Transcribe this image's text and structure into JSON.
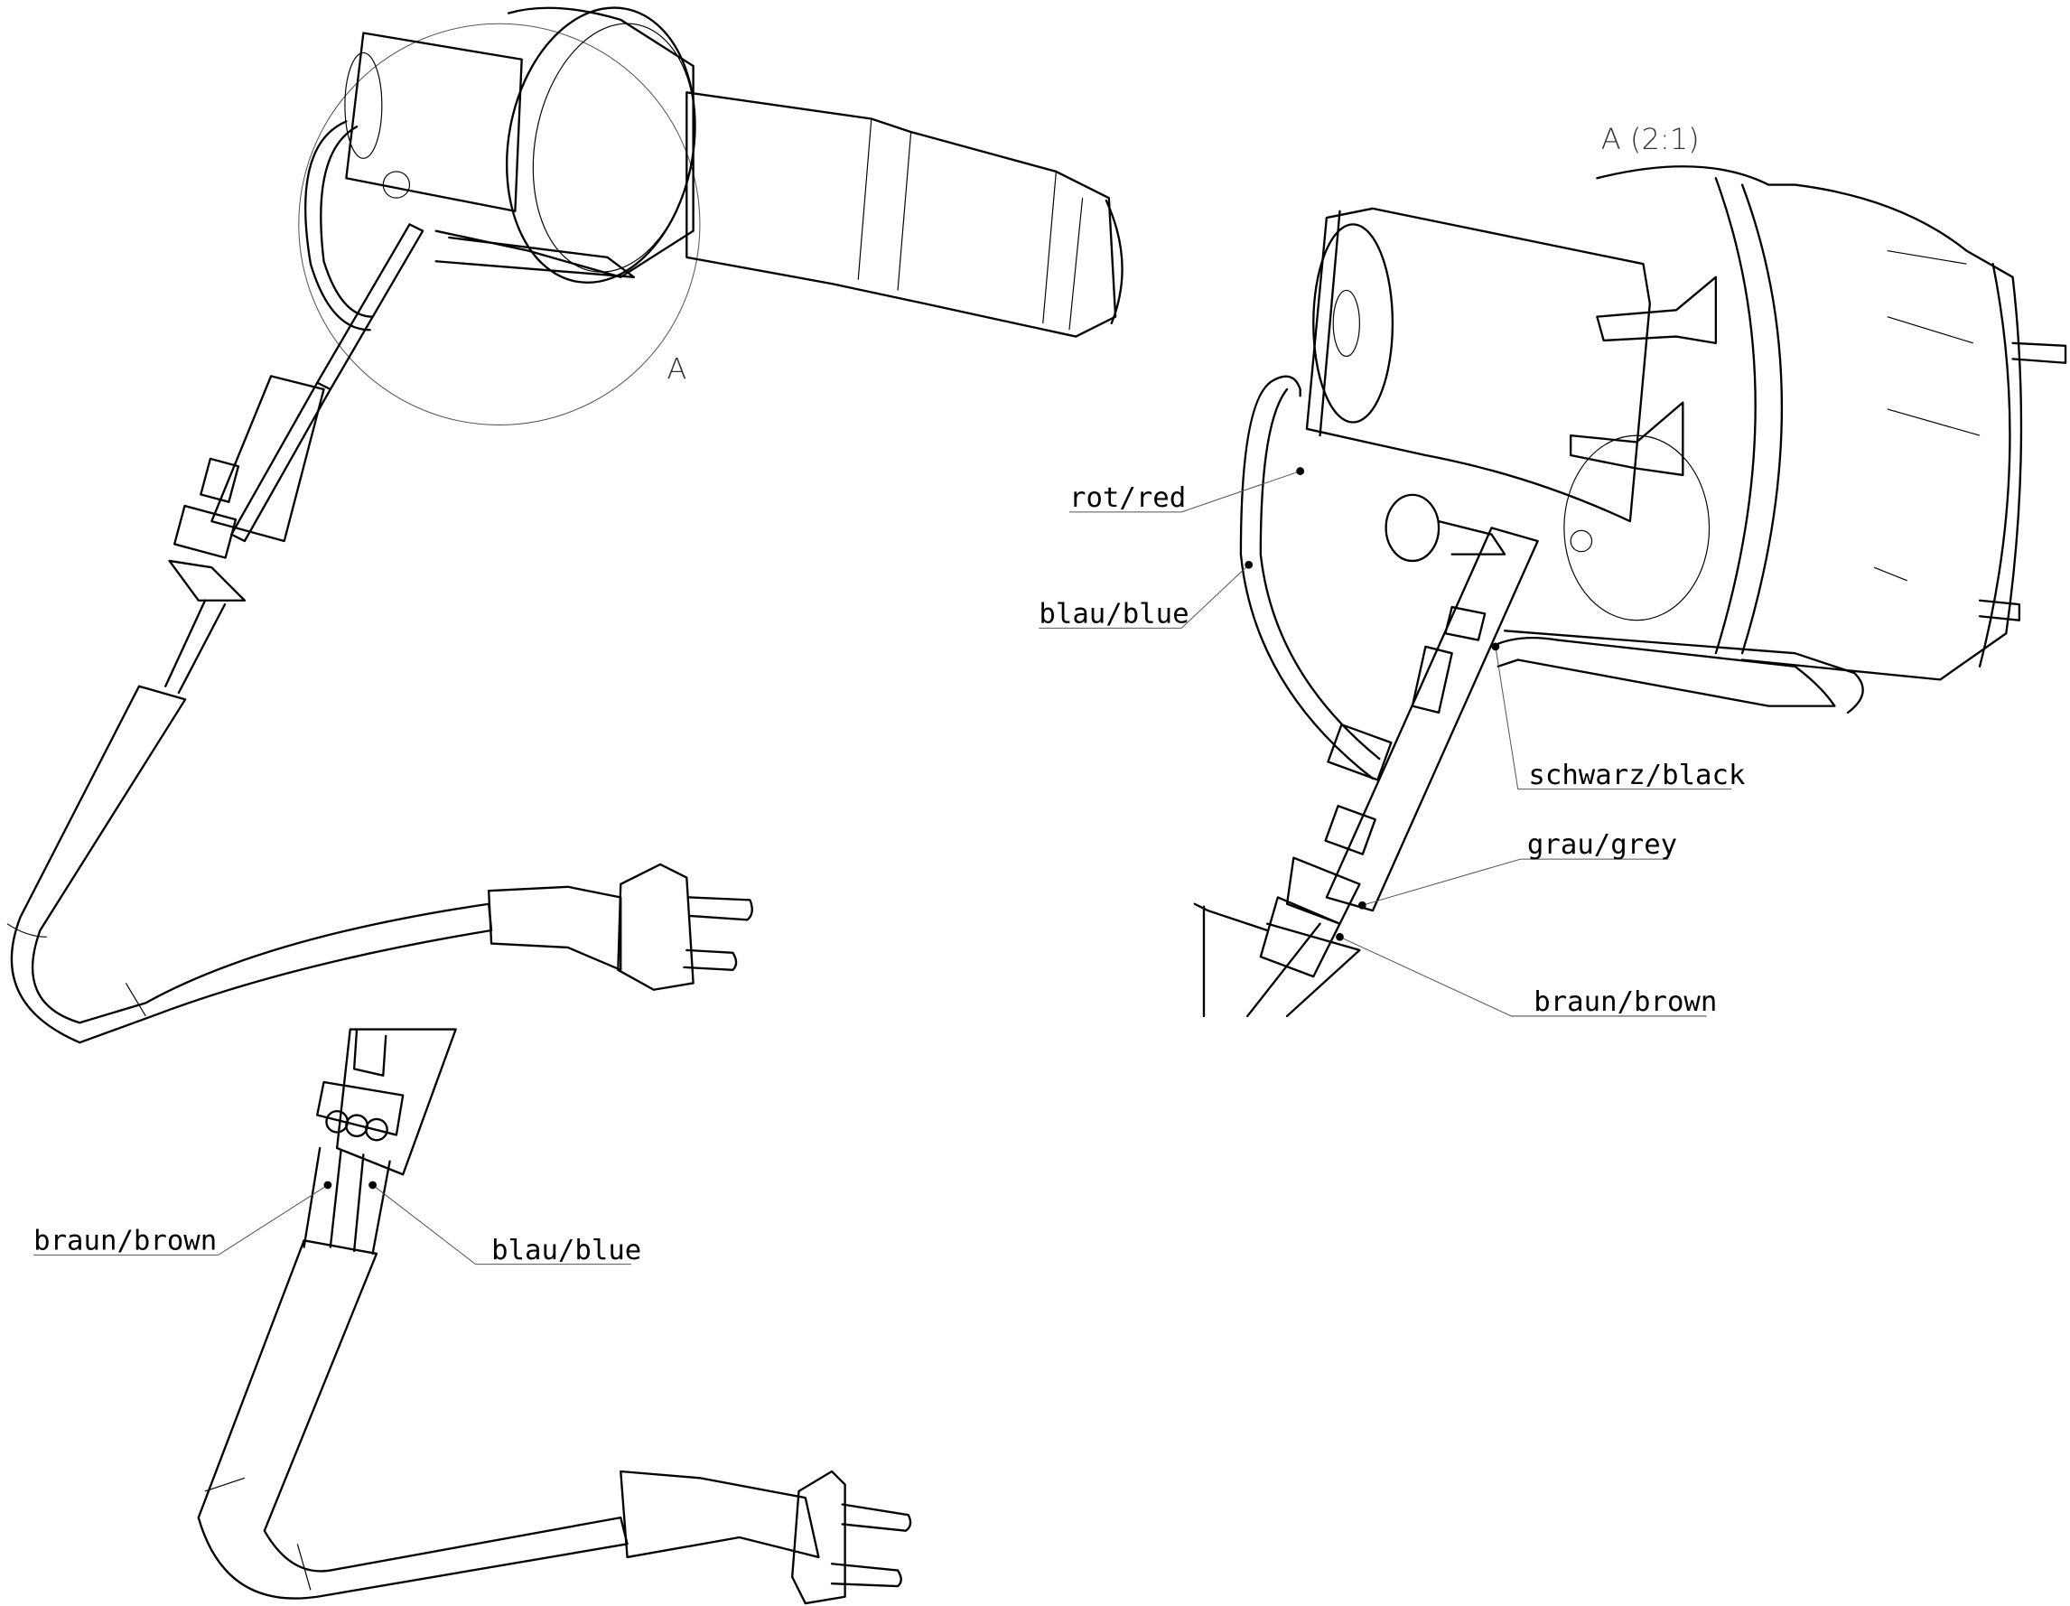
{
  "detail_view": {
    "marker": "A",
    "title": "A (2:1)"
  },
  "detail_labels": {
    "red": "rot/red",
    "blue": "blau/blue",
    "black": "schwarz/black",
    "grey": "grau/grey",
    "brown": "braun/brown"
  },
  "cable_labels": {
    "brown": "braun/brown",
    "blue": "blau/blue"
  }
}
